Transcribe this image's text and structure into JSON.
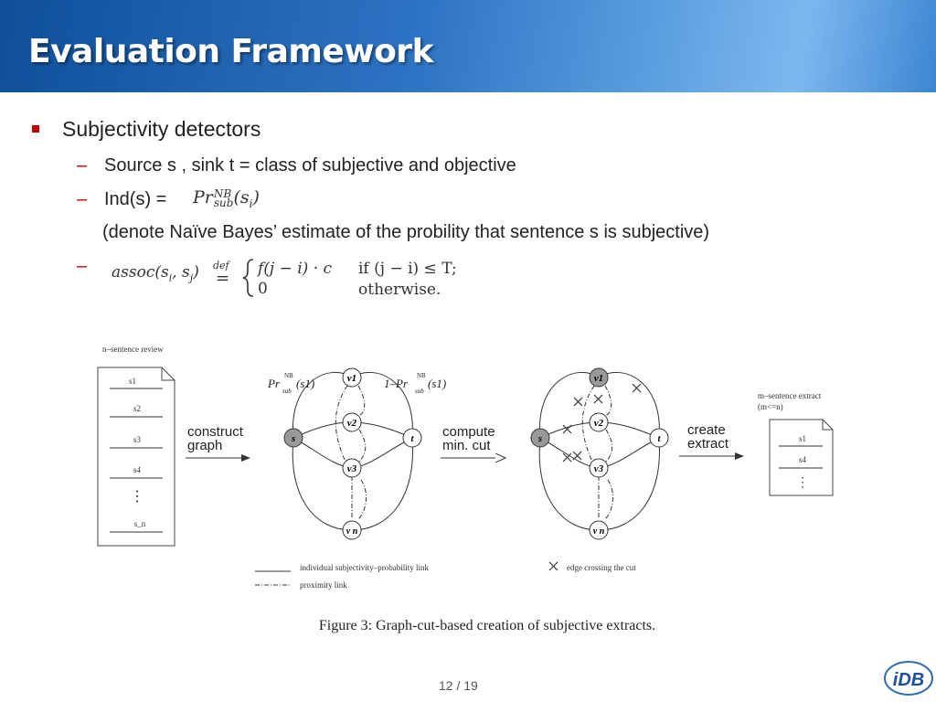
{
  "slide": {
    "title": "Evaluation Framework",
    "bullet1": "Subjectivity detectors",
    "sub1": "Source s , sink t = class of subjective and objective",
    "sub2_label": "Ind(s) =",
    "sub2_note": "(denote Naïve Bayes’ estimate of the probility that sentence s is subjective)",
    "page": "12 / 19"
  },
  "math": {
    "ind_formula": "Pr",
    "ind_sup": "NB",
    "ind_sub": "sub",
    "ind_arg": "(s",
    "ind_arg_sub": "i",
    "ind_arg_end": ")",
    "assoc_lhs": "assoc(s",
    "assoc_i": "i",
    "assoc_mid": ", s",
    "assoc_j": "j",
    "assoc_end": ")",
    "def": "def",
    "eq": "=",
    "case1_expr": "f(j − i) · c",
    "case1_cond": "if (j − i) ≤ T;",
    "case2_expr": "0",
    "case2_cond": "otherwise."
  },
  "figure": {
    "review_label": "n–sentence review",
    "review_sentences": [
      "s1",
      "s2",
      "s3",
      "s4",
      "s_n"
    ],
    "arrow1_label_line1": "construct",
    "arrow1_label_line2": "graph",
    "arrow2_label_line1": "compute",
    "arrow2_label_line2": "min. cut",
    "arrow3_label_line1": "create",
    "arrow3_label_line2": "extract",
    "pr_left": "Pr",
    "pr_left_sup": "NB",
    "pr_left_sub": "sub",
    "pr_left_arg": "(s1)",
    "pr_right": "1–Pr",
    "pr_right_sup": "NB",
    "pr_right_sub": "sub",
    "pr_right_arg": "(s1)",
    "nodes": {
      "s": "s",
      "t": "t",
      "v1": "v1",
      "v2": "v2",
      "v3": "v3",
      "vn": "v n"
    },
    "extract_label_line1": "m–sentence extract",
    "extract_label_line2": "(m<=n)",
    "extract_sentences": [
      "s1",
      "s4"
    ],
    "legend_solid": "individual subjectivity–probability link",
    "legend_dashed": "proximity link",
    "legend_cross": "edge crossing the cut",
    "caption": "Figure 3: Graph-cut-based creation of subjective extracts."
  },
  "logo": {
    "text": "iDB"
  },
  "colors": {
    "title_bar": "#2e74c4",
    "bullet": "#c00000",
    "dash": "#c00000"
  }
}
